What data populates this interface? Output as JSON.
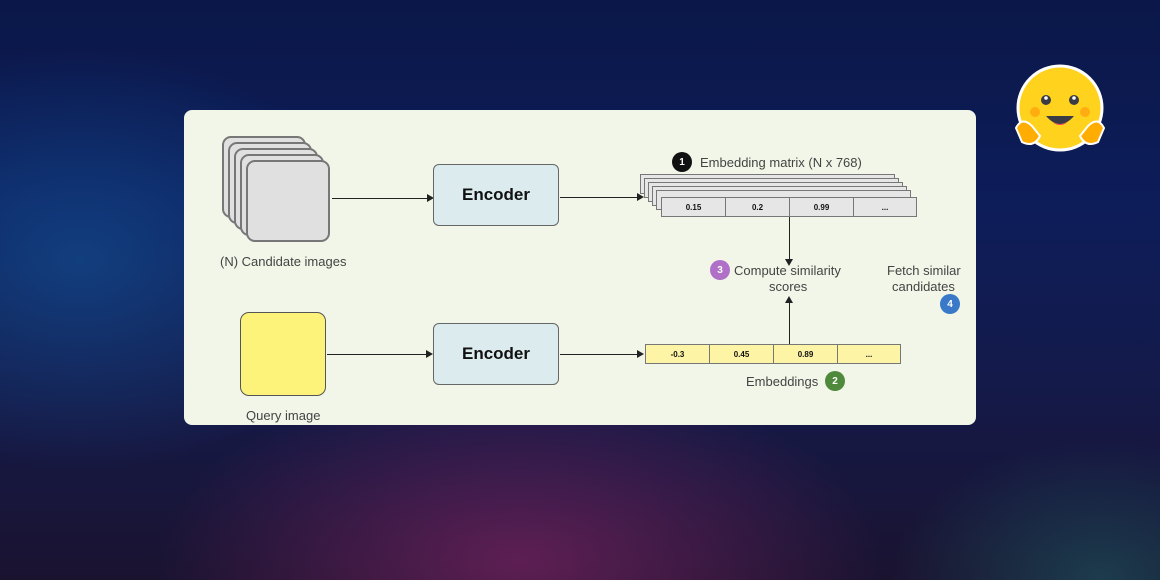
{
  "diagram": {
    "candidate_label": "(N) Candidate images",
    "query_label": "Query image",
    "encoder_top": "Encoder",
    "encoder_bottom": "Encoder",
    "matrix": {
      "badge": "1",
      "title": "Embedding matrix (N x 768)",
      "cells": [
        "0.15",
        "0.2",
        "0.99",
        "..."
      ]
    },
    "embeddings": {
      "badge": "2",
      "title": "Embeddings",
      "cells": [
        "-0.3",
        "0.45",
        "0.89",
        "..."
      ]
    },
    "similarity": {
      "badge": "3",
      "line1": "Compute similarity",
      "line2": "scores"
    },
    "fetch": {
      "badge": "4",
      "line1": "Fetch similar",
      "line2": "candidates"
    }
  },
  "colors": {
    "panel": "#f1f6e8",
    "encoder_fill": "#dcecee",
    "query_fill": "#fdf27a",
    "embedding_fill": "#fdf4a6",
    "matrix_fill": "#e6e6e6",
    "badge_1": "#111111",
    "badge_2": "#4f8a3c",
    "badge_3": "#b070c8",
    "badge_4": "#3a78c8"
  },
  "icons": [
    "hugging-face-logo"
  ]
}
